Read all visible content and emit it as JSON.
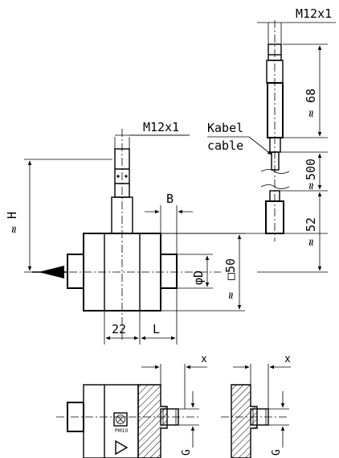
{
  "drawing": {
    "labels": {
      "thread_top": "M12x1",
      "thread_side": "M12x1",
      "kabel": "Kabel",
      "cable": "cable",
      "dim_68": "68",
      "dim_500": "500",
      "dim_52": "52",
      "dim_H": "H",
      "dim_B": "B",
      "dim_D": "φD",
      "dim_50": "□50",
      "dim_22": "22",
      "dim_L": "L",
      "dim_x_left": "x",
      "dim_x_right": "x",
      "dim_G_left": "G",
      "dim_G_right": "G",
      "approx": "≈",
      "marking": "PM10"
    }
  }
}
